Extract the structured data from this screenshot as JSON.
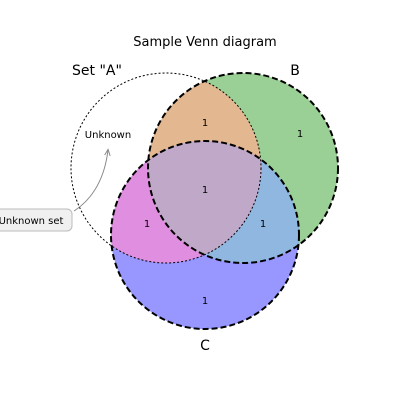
{
  "diagram": {
    "title": "Sample Venn diagram",
    "sets": [
      {
        "id": "A",
        "label": "Set \"A\"",
        "fill": "none",
        "stroke": "#000000",
        "line_style": "dotted"
      },
      {
        "id": "B",
        "label": "B",
        "fill": "#56b04e",
        "stroke": "#000000",
        "line_style": "dashed"
      },
      {
        "id": "C",
        "label": "C",
        "fill": "#6b6bff",
        "stroke": "#000000",
        "line_style": "dashed"
      }
    ],
    "regions": [
      {
        "sets": [
          "B"
        ],
        "label": "1"
      },
      {
        "sets": [
          "A",
          "B"
        ],
        "label": "1",
        "fill": "#e3b78f"
      },
      {
        "sets": [
          "A",
          "B",
          "C"
        ],
        "label": "1",
        "fill": "#c0a9c8"
      },
      {
        "sets": [
          "A",
          "C"
        ],
        "label": "1",
        "fill": "#e08ee0"
      },
      {
        "sets": [
          "B",
          "C"
        ],
        "label": "1",
        "fill": "#8fb7e0"
      },
      {
        "sets": [
          "C"
        ],
        "label": "1"
      }
    ],
    "unknown_region_label": "Unknown",
    "annotation": {
      "text": "Unknown set",
      "arrow_color": "#888888",
      "box_fill": "#f0f0f0",
      "box_stroke": "#bbbbbb"
    }
  }
}
